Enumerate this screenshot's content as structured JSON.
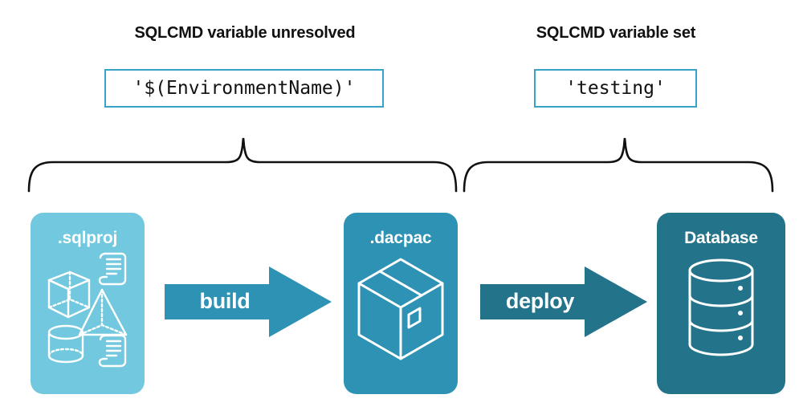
{
  "diagram": {
    "title_left": "SQLCMD variable unresolved",
    "title_right": "SQLCMD variable set",
    "code_left": "'$(EnvironmentName)'",
    "code_right": "'testing'",
    "nodes": [
      {
        "id": "sqlproj",
        "label": ".sqlproj",
        "color": "#72c8de",
        "art": "shapes-and-scripts-icon"
      },
      {
        "id": "dacpac",
        "label": ".dacpac",
        "color": "#2d92b4",
        "art": "package-box-icon"
      },
      {
        "id": "database",
        "label": "Database",
        "color": "#23748b",
        "art": "database-cylinder-icon"
      }
    ],
    "arrows": [
      {
        "id": "build",
        "label": "build",
        "color": "#2d92b4"
      },
      {
        "id": "deploy",
        "label": "deploy",
        "color": "#23748b"
      }
    ],
    "braces": {
      "left_span": "sqlproj-to-dacpac",
      "right_span": "dacpac-to-database",
      "color": "#111111"
    },
    "colors": {
      "accent_border": "#38a3c4",
      "light_teal": "#72c8de",
      "mid_teal": "#2d92b4",
      "dark_teal": "#23748b",
      "text": "#111111",
      "background": "#ffffff"
    }
  }
}
